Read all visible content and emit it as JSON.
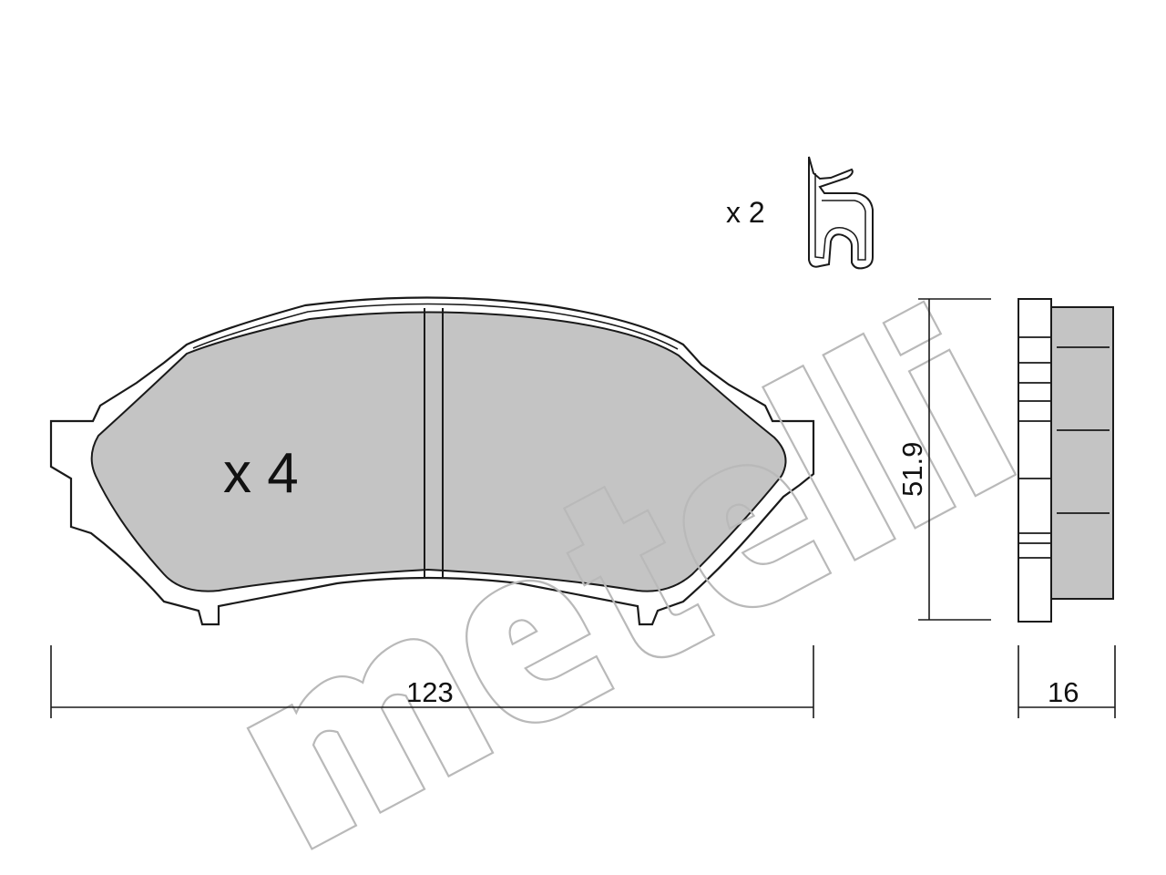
{
  "drawing": {
    "pad_quantity_label": "x 4",
    "clip_quantity_label": "x 2",
    "width_dimension": "123",
    "height_dimension": "51.9",
    "thickness_dimension": "16",
    "watermark_brand": "metelli"
  },
  "colors": {
    "pad_fill": "#c4c4c4",
    "outline": "#1a1a1a",
    "watermark": "#b9b9b9",
    "background": "#ffffff"
  }
}
